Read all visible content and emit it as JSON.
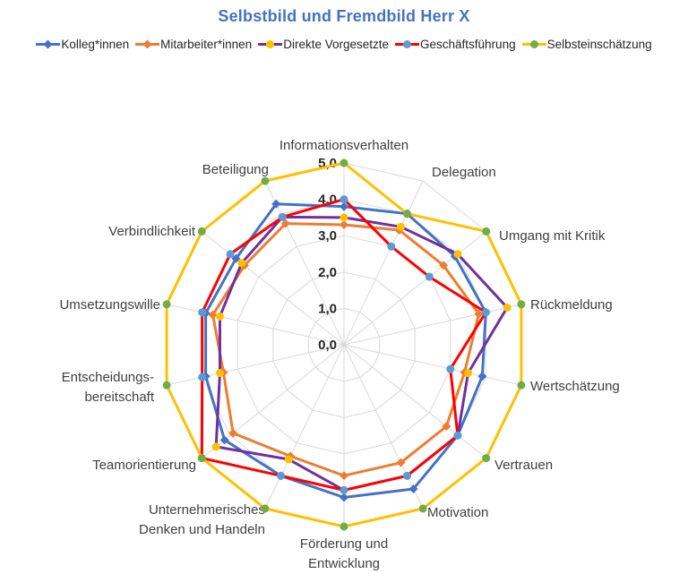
{
  "title": "Selbstbild und Fremdbild Herr X",
  "chart_data": {
    "type": "radar",
    "title": "Selbstbild und Fremdbild Herr X",
    "axis_range": [
      0,
      5
    ],
    "ring_step": 1,
    "grid": true,
    "legend_position": "top",
    "tick_labels": [
      "5,0",
      "4,0",
      "3,0",
      "2,0",
      "1,0",
      "0,0"
    ],
    "categories": [
      "Informationsverhalten",
      "Delegation",
      "Umgang mit Kritik",
      "Rückmeldung",
      "Wertschätzung",
      "Vertrauen",
      "Motivation",
      "Förderung und\nEntwicklung",
      "Unternehmerisches\nDenken und Handeln",
      "Teamorientierung",
      "Entscheidungs-\nbereitschaft",
      "Umsetzungswille",
      "Verbindlichkeit",
      "Beteiligung"
    ],
    "series": [
      {
        "name": "Kolleg*innen",
        "line_color": "#4472C4",
        "marker_color": "#4472C4",
        "marker": "diamond",
        "values": [
          3.8,
          4.0,
          3.9,
          4.0,
          3.9,
          4.0,
          4.4,
          4.2,
          4.0,
          4.2,
          3.9,
          3.9,
          3.8,
          4.3
        ]
      },
      {
        "name": "Mitarbeiter*innen",
        "line_color": "#ED7D31",
        "marker_color": "#ED7D31",
        "marker": "diamond",
        "values": [
          3.3,
          3.5,
          3.5,
          3.8,
          3.4,
          3.6,
          3.6,
          3.6,
          3.4,
          3.9,
          3.4,
          3.7,
          3.5,
          3.7
        ]
      },
      {
        "name": "Direkte Vorgesetzte",
        "line_color": "#7030A0",
        "marker_color": "#FFC000",
        "marker": "circle",
        "values": [
          3.5,
          3.6,
          4.0,
          4.6,
          3.5,
          4.0,
          4.0,
          4.0,
          3.5,
          4.5,
          3.5,
          3.5,
          3.6,
          3.9
        ]
      },
      {
        "name": "Geschäftsführung",
        "line_color": "#FF0000",
        "marker_color": "#5B9BD5",
        "marker": "circle",
        "values": [
          4.0,
          3.0,
          3.0,
          4.0,
          3.0,
          4.0,
          4.0,
          4.0,
          4.0,
          5.0,
          4.0,
          4.0,
          4.0,
          3.9
        ]
      },
      {
        "name": "Selbsteinschätzung",
        "line_color": "#FFC000",
        "marker_color": "#70AD47",
        "marker": "circle",
        "values": [
          5.0,
          4.0,
          5.0,
          5.0,
          5.0,
          5.0,
          5.0,
          5.0,
          5.0,
          5.0,
          5.0,
          5.0,
          5.0,
          5.0
        ]
      }
    ]
  },
  "colors": {
    "title": "#4472C4",
    "grid": "#D9D9D9",
    "tick_text": "#262626",
    "category_text": "#404040",
    "background": "#FFFFFF"
  }
}
